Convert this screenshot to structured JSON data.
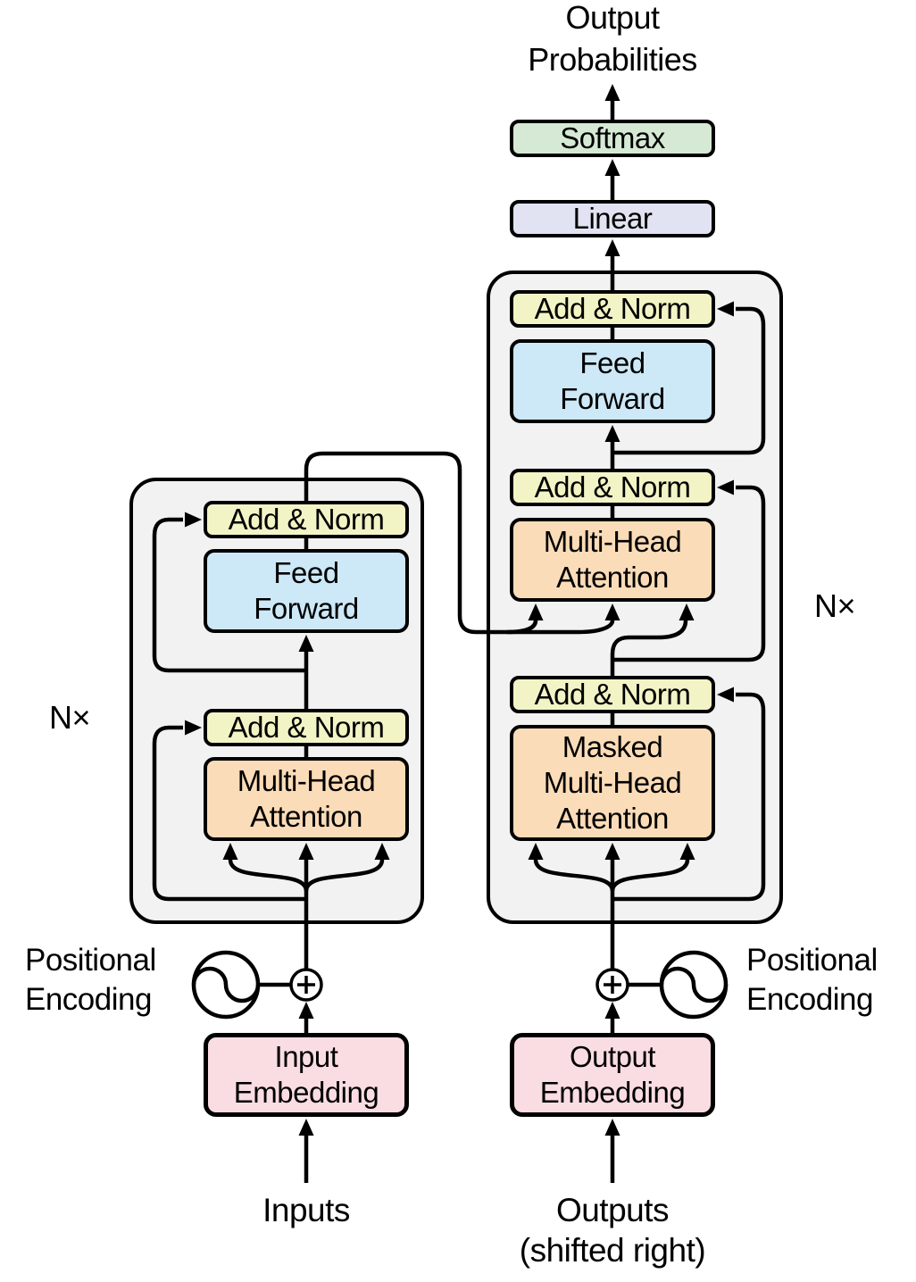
{
  "diagram": {
    "output_probabilities": "Output\nProbabilities",
    "softmax": "Softmax",
    "linear": "Linear",
    "encoder": {
      "nx": "N×",
      "add_norm_upper": "Add & Norm",
      "feed_forward": "Feed\nForward",
      "add_norm_lower": "Add & Norm",
      "multi_head_attention": "Multi-Head\nAttention",
      "positional_encoding": "Positional\nEncoding",
      "input_embedding": "Input\nEmbedding",
      "inputs": "Inputs"
    },
    "decoder": {
      "nx": "N×",
      "add_norm_upper": "Add & Norm",
      "feed_forward": "Feed\nForward",
      "add_norm_middle": "Add & Norm",
      "multi_head_attention": "Multi-Head\nAttention",
      "add_norm_lower": "Add & Norm",
      "masked_multi_head_attention": "Masked\nMulti-Head\nAttention",
      "positional_encoding": "Positional\nEncoding",
      "output_embedding": "Output\nEmbedding",
      "outputs": "Outputs\n(shifted right)"
    }
  },
  "colors": {
    "softmax": "#d6e9d4",
    "linear": "#e2e3f2",
    "add_norm": "#f2f4c6",
    "feed_forward": "#cde8f7",
    "attention": "#fbdcb8",
    "embedding": "#fadde2",
    "container": "#f2f2f2",
    "stroke": "#000000"
  }
}
